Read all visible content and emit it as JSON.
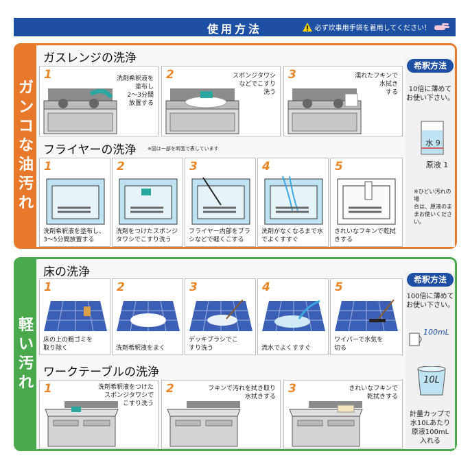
{
  "header": {
    "title": "使用方法",
    "warning": "必ず炊事用手袋を着用してください！"
  },
  "heavy": {
    "label_chars": [
      "ガ",
      "ン",
      "コ",
      "な",
      "油",
      "汚",
      "れ"
    ],
    "gas": {
      "title": "ガスレンジの洗浄",
      "steps": [
        {
          "num": "1",
          "caption": [
            "洗剤希釈液を",
            "塗布し",
            "2～3分間",
            "放置する"
          ]
        },
        {
          "num": "2",
          "caption": [
            "スポンジタワシ",
            "などでこすり",
            "洗う"
          ]
        },
        {
          "num": "3",
          "caption": [
            "濡れたフキンで",
            "水拭き",
            "する"
          ]
        }
      ]
    },
    "fryer": {
      "title": "フライヤーの洗浄",
      "note": "※図は一部を断面で表しています",
      "steps": [
        {
          "num": "1",
          "caption": [
            "洗剤希釈液を塗布し、",
            "3～5分間放置する"
          ]
        },
        {
          "num": "2",
          "caption": [
            "洗剤をつけたスポンジ",
            "タワシでこすり洗う"
          ]
        },
        {
          "num": "3",
          "caption": [
            "フライヤー内部をブラ",
            "シなどで軽くこする"
          ]
        },
        {
          "num": "4",
          "caption": [
            "洗剤がなくなるまで水",
            "でよくすすぐ"
          ]
        },
        {
          "num": "5",
          "caption": [
            "きれいなフキンで乾拭",
            "きする"
          ]
        }
      ]
    },
    "dilution": {
      "badge": "希釈方法",
      "text": [
        "10倍に薄めて",
        "お使い下さい。"
      ],
      "water_label": "水 9",
      "stock_label": "原液 1",
      "note": [
        "※ひどい汚れの場",
        "合は、原液のま",
        "まお使いくださ",
        "い。"
      ]
    }
  },
  "light": {
    "label_chars": [
      "軽",
      "い",
      "汚",
      "れ"
    ],
    "floor": {
      "title": "床の洗浄",
      "steps": [
        {
          "num": "1",
          "caption": [
            "床の上の粗ゴミを",
            "取り除く"
          ]
        },
        {
          "num": "2",
          "caption": [
            "洗剤希釈液をまく"
          ]
        },
        {
          "num": "3",
          "caption": [
            "デッキブラシでこ",
            "すり洗う"
          ]
        },
        {
          "num": "4",
          "caption": [
            "流水でよくすすぐ"
          ]
        },
        {
          "num": "5",
          "caption": [
            "ワイパーで水気を",
            "切る"
          ]
        }
      ]
    },
    "table": {
      "title": "ワークテーブルの洗浄",
      "steps": [
        {
          "num": "1",
          "caption": [
            "洗剤希釈液をつけた",
            "スポンジタワシで",
            "こすり洗う"
          ]
        },
        {
          "num": "2",
          "caption": [
            "フキンで汚れを拭き取り",
            "水拭きする"
          ]
        },
        {
          "num": "3",
          "caption": [
            "きれいなフキンで",
            "乾拭きする"
          ]
        }
      ]
    },
    "dilution": {
      "badge": "希釈方法",
      "text": [
        "100倍に薄めて",
        "お使い下さい。"
      ],
      "cup_label": "100mL",
      "bucket_label": "10L",
      "note": [
        "計量カップで",
        "水10Lあたり",
        "原液100mL",
        "入れる"
      ]
    }
  },
  "colors": {
    "header_blue": "#1d4fa3",
    "heavy_orange": "#e8782a",
    "light_green": "#4aa84d",
    "step_number": "#e8862a",
    "water_blue": "#bfe3f3"
  },
  "icons": [
    "warning-icon",
    "glove-icon",
    "gas-range-icon",
    "fryer-icon",
    "floor-tile-icon",
    "work-table-icon",
    "beaker-icon",
    "measuring-cup-icon",
    "bucket-icon"
  ]
}
